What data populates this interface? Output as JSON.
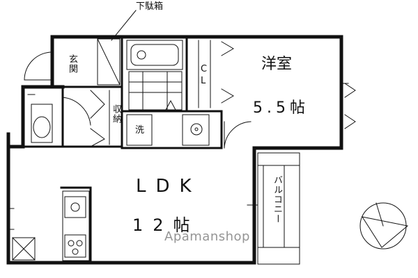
{
  "rooms": {
    "western_room_name": "洋室",
    "western_room_size": "5.5帖",
    "ldk_name": "LDK",
    "ldk_size": "12帖",
    "entrance": "玄関",
    "storage": "収納",
    "closet_c": "C",
    "closet_l": "L",
    "washer": "洗",
    "balcony": "バルコニー",
    "shoe_box": "下駄箱"
  },
  "watermark": "Apamanshop"
}
